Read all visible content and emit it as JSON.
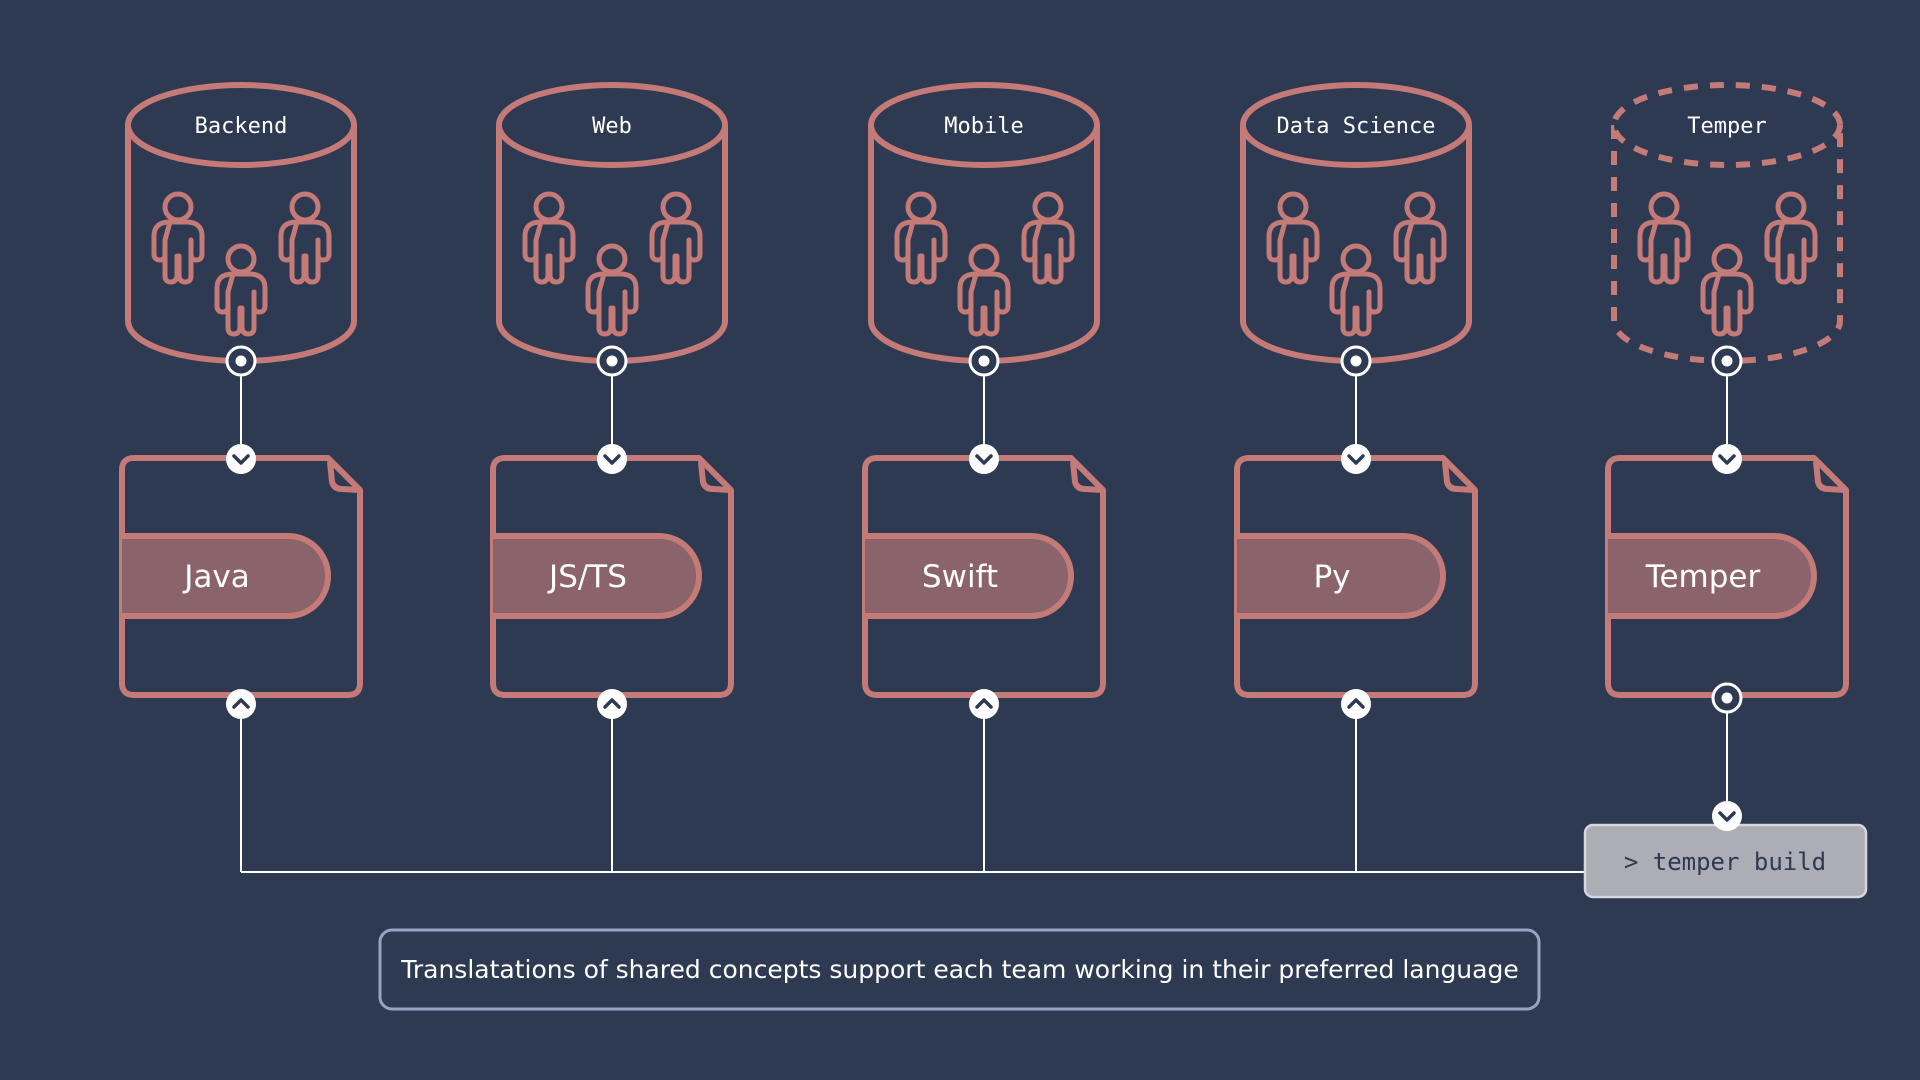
{
  "colors": {
    "background": "#2e3952",
    "stroke": "#c47a76",
    "pill_fill": "#8b636b",
    "connector": "#ffffff",
    "build_box_fill": "#adadb6",
    "build_box_border": "#d6d6dc",
    "caption_border": "#96a3c2"
  },
  "teams": [
    {
      "team": "Backend",
      "language": "Java",
      "dashed": false,
      "output_connector": "chevron-up-icon"
    },
    {
      "team": "Web",
      "language": "JS/TS",
      "dashed": false,
      "output_connector": "chevron-up-icon"
    },
    {
      "team": "Mobile",
      "language": "Swift",
      "dashed": false,
      "output_connector": "chevron-up-icon"
    },
    {
      "team": "Data Science",
      "language": "Py",
      "dashed": false,
      "output_connector": "chevron-up-icon"
    },
    {
      "team": "Temper",
      "language": "Temper",
      "dashed": true,
      "output_connector": "target-node-icon"
    }
  ],
  "team_member_icon": "person-icon",
  "build_command": "> temper build",
  "caption": "Translatations of shared concepts support each team working in their preferred language"
}
